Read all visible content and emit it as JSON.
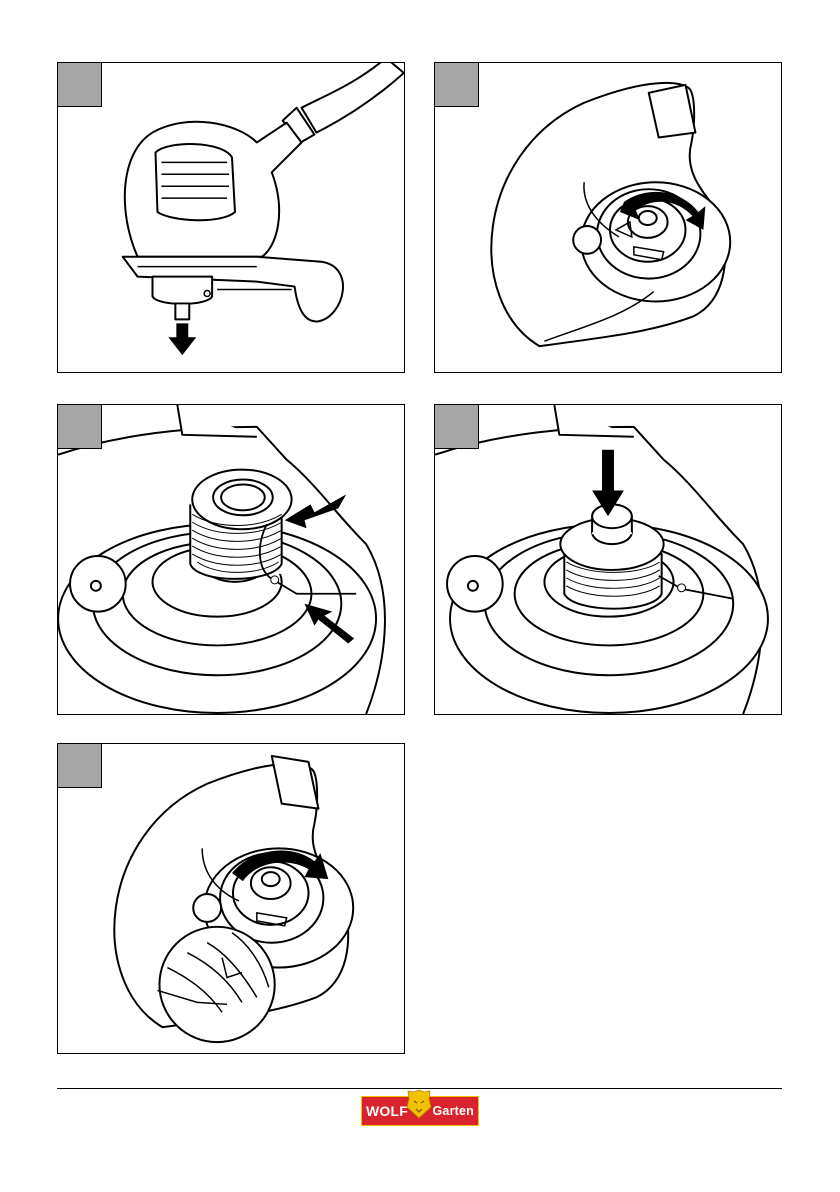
{
  "panels": [
    {
      "id": "p1",
      "step_box": "blank"
    },
    {
      "id": "p2",
      "step_box": "blank"
    },
    {
      "id": "p3",
      "step_box": "blank"
    },
    {
      "id": "p4",
      "step_box": "blank"
    },
    {
      "id": "p5",
      "step_box": "blank"
    }
  ],
  "footer": {
    "logo": {
      "left_word": "WOLF",
      "right_word": "Garten",
      "brand_color": "#d9232d",
      "accent_color": "#f2c200"
    }
  }
}
